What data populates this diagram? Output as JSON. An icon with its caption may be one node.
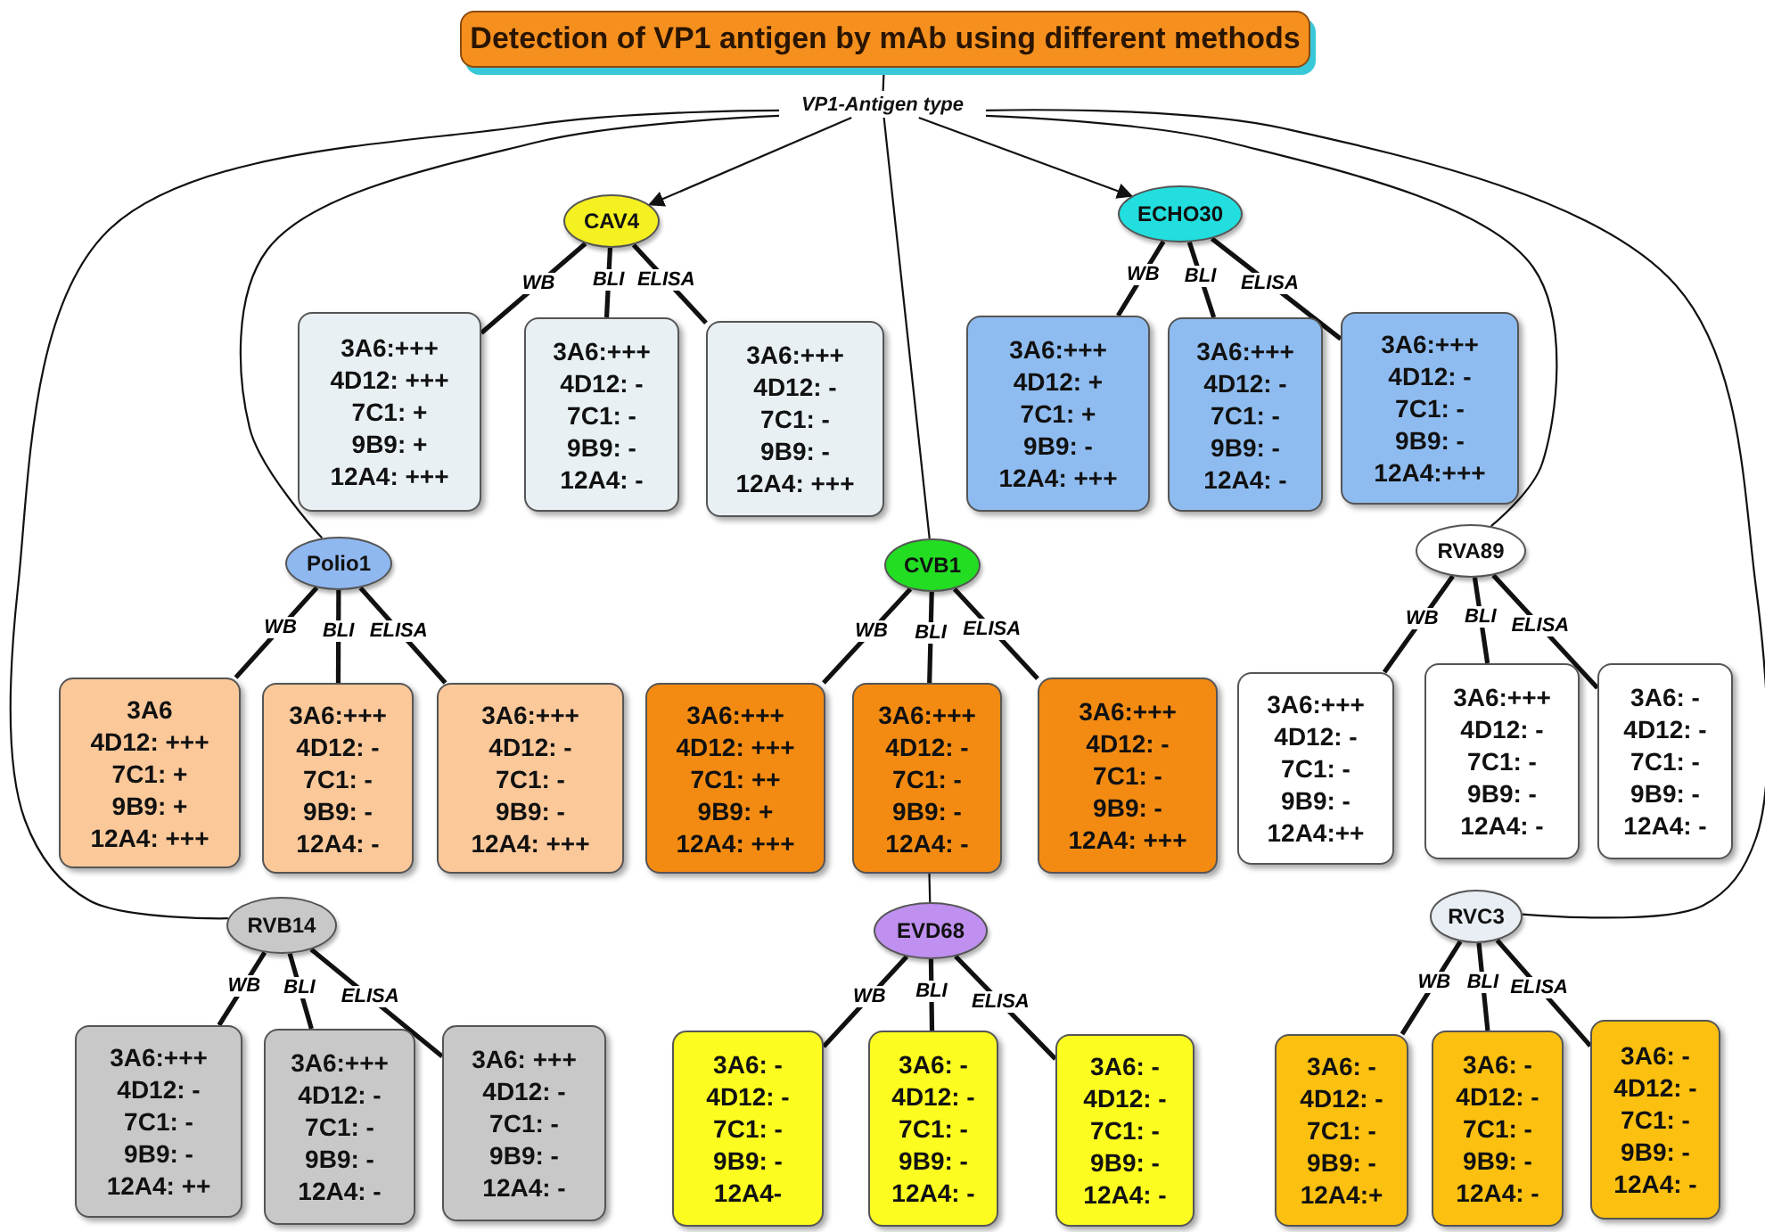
{
  "diagram": {
    "nodes": [
      {
        "text": [
          "Detection of VP1 antigen by mAb using different methods"
        ]
      },
      {
        "text": [
          "VP1-Antigen type"
        ]
      },
      {
        "text": [
          "CAV4"
        ]
      },
      {
        "text": [
          "3A6:+++",
          "4D12: +++",
          "7C1: +",
          "9B9: +",
          "12A4: +++"
        ]
      },
      {
        "text": [
          "3A6:+++",
          "4D12: -",
          "7C1: -",
          "9B9: -",
          "12A4: -"
        ]
      },
      {
        "text": [
          "3A6:+++",
          "4D12: -",
          "7C1: -",
          "9B9: -",
          "12A4: +++"
        ]
      },
      {
        "text": [
          "ECHO30"
        ]
      },
      {
        "text": [
          "3A6:+++",
          "4D12: +",
          "7C1: +",
          "9B9: -",
          "12A4: +++"
        ]
      },
      {
        "text": [
          "3A6:+++",
          "4D12: -",
          "7C1: -",
          "9B9: -",
          "12A4: -"
        ]
      },
      {
        "text": [
          "3A6:+++",
          "4D12: -",
          "7C1: -",
          "9B9: -",
          "12A4:+++"
        ]
      },
      {
        "text": [
          "Polio1"
        ]
      },
      {
        "text": [
          "3A6",
          "4D12: +++",
          "7C1: +",
          "9B9: +",
          "12A4: +++"
        ]
      },
      {
        "text": [
          "3A6:+++",
          "4D12: -",
          "7C1: -",
          "9B9: -",
          "12A4: -"
        ]
      },
      {
        "text": [
          "3A6:+++",
          "4D12: -",
          "7C1: -",
          "9B9: -",
          "12A4: +++"
        ]
      },
      {
        "text": [
          "CVB1"
        ]
      },
      {
        "text": [
          "3A6:+++",
          "4D12: +++",
          "7C1: ++",
          "9B9: +",
          "12A4: +++"
        ]
      },
      {
        "text": [
          "3A6:+++",
          "4D12: -",
          "7C1: -",
          "9B9: -",
          "12A4: -"
        ]
      },
      {
        "text": [
          "3A6:+++",
          "4D12: -",
          "7C1: -",
          "9B9: -",
          "12A4: +++"
        ]
      },
      {
        "text": [
          "RVA89"
        ]
      },
      {
        "text": [
          "3A6:+++",
          "4D12: -",
          "7C1: -",
          "9B9: -",
          "12A4:++"
        ]
      },
      {
        "text": [
          "3A6:+++",
          "4D12: -",
          "7C1: -",
          "9B9: -",
          "12A4: -"
        ]
      },
      {
        "text": [
          "3A6: -",
          "4D12: -",
          "7C1: -",
          "9B9: -",
          "12A4: -"
        ]
      },
      {
        "text": [
          "RVB14"
        ]
      },
      {
        "text": [
          "3A6:+++",
          "4D12: -",
          "7C1: -",
          "9B9: -",
          "12A4: ++"
        ]
      },
      {
        "text": [
          "3A6:+++",
          "4D12: -",
          "7C1: -",
          "9B9: -",
          "12A4: -"
        ]
      },
      {
        "text": [
          "3A6: +++",
          "4D12: -",
          "7C1: -",
          "9B9: -",
          "12A4: -"
        ]
      },
      {
        "text": [
          "EVD68"
        ]
      },
      {
        "text": [
          "3A6: -",
          "4D12: -",
          "7C1: -",
          "9B9: -",
          "12A4-"
        ]
      },
      {
        "text": [
          "3A6: -",
          "4D12: -",
          "7C1: -",
          "9B9: -",
          "12A4: -"
        ]
      },
      {
        "text": [
          "3A6: -",
          "4D12: -",
          "7C1: -",
          "9B9: -",
          "12A4: -"
        ]
      },
      {
        "text": [
          "RVC3"
        ]
      },
      {
        "text": [
          "3A6: -",
          "4D12: -",
          "7C1: -",
          "9B9: -",
          "12A4:+"
        ]
      },
      {
        "text": [
          "3A6: -",
          "4D12: -",
          "7C1: -",
          "9B9: -",
          "12A4: -"
        ]
      },
      {
        "text": [
          "3A6: -",
          "4D12: -",
          "7C1: -",
          "9B9: -",
          "12A4: -"
        ]
      }
    ],
    "edges": [
      {
        "from": 0,
        "to": 1,
        "arrow": "none"
      },
      {
        "from": 1,
        "to": 2,
        "arrow": "to"
      },
      {
        "from": 1,
        "to": 6,
        "arrow": "to"
      },
      {
        "from": 1,
        "to": 10,
        "arrow": "none"
      },
      {
        "from": 1,
        "to": 14,
        "arrow": "none"
      },
      {
        "from": 1,
        "to": 18,
        "arrow": "none"
      },
      {
        "from": 1,
        "to": 22,
        "arrow": "none"
      },
      {
        "from": 16,
        "to": 26,
        "arrow": "none"
      },
      {
        "from": 1,
        "to": 30,
        "arrow": "none"
      },
      {
        "from": 2,
        "to": 3,
        "arrow": "none",
        "label": "WB"
      },
      {
        "from": 2,
        "to": 4,
        "arrow": "none",
        "label": "BLI"
      },
      {
        "from": 2,
        "to": 5,
        "arrow": "none",
        "label": "ELISA"
      },
      {
        "from": 6,
        "to": 7,
        "arrow": "none",
        "label": "WB"
      },
      {
        "from": 6,
        "to": 8,
        "arrow": "none",
        "label": "BLI"
      },
      {
        "from": 6,
        "to": 9,
        "arrow": "none",
        "label": "ELISA"
      },
      {
        "from": 10,
        "to": 11,
        "arrow": "none",
        "label": "WB"
      },
      {
        "from": 10,
        "to": 12,
        "arrow": "none",
        "label": "BLI"
      },
      {
        "from": 10,
        "to": 13,
        "arrow": "none",
        "label": "ELISA"
      },
      {
        "from": 14,
        "to": 15,
        "arrow": "none",
        "label": "WB"
      },
      {
        "from": 14,
        "to": 16,
        "arrow": "none",
        "label": "BLI"
      },
      {
        "from": 14,
        "to": 17,
        "arrow": "none",
        "label": "ELISA"
      },
      {
        "from": 18,
        "to": 19,
        "arrow": "none",
        "label": "WB"
      },
      {
        "from": 18,
        "to": 20,
        "arrow": "none",
        "label": "BLI"
      },
      {
        "from": 18,
        "to": 21,
        "arrow": "none",
        "label": "ELISA"
      },
      {
        "from": 22,
        "to": 23,
        "arrow": "none",
        "label": "WB"
      },
      {
        "from": 22,
        "to": 24,
        "arrow": "none",
        "label": "BLI"
      },
      {
        "from": 22,
        "to": 25,
        "arrow": "none",
        "label": "ELISA"
      },
      {
        "from": 26,
        "to": 27,
        "arrow": "none",
        "label": "WB"
      },
      {
        "from": 26,
        "to": 28,
        "arrow": "none",
        "label": "BLI"
      },
      {
        "from": 26,
        "to": 29,
        "arrow": "none",
        "label": "ELISA"
      },
      {
        "from": 30,
        "to": 31,
        "arrow": "none",
        "label": "WB"
      },
      {
        "from": 30,
        "to": 32,
        "arrow": "none",
        "label": "BLI"
      },
      {
        "from": 30,
        "to": 33,
        "arrow": "none",
        "label": "ELISA"
      }
    ]
  }
}
